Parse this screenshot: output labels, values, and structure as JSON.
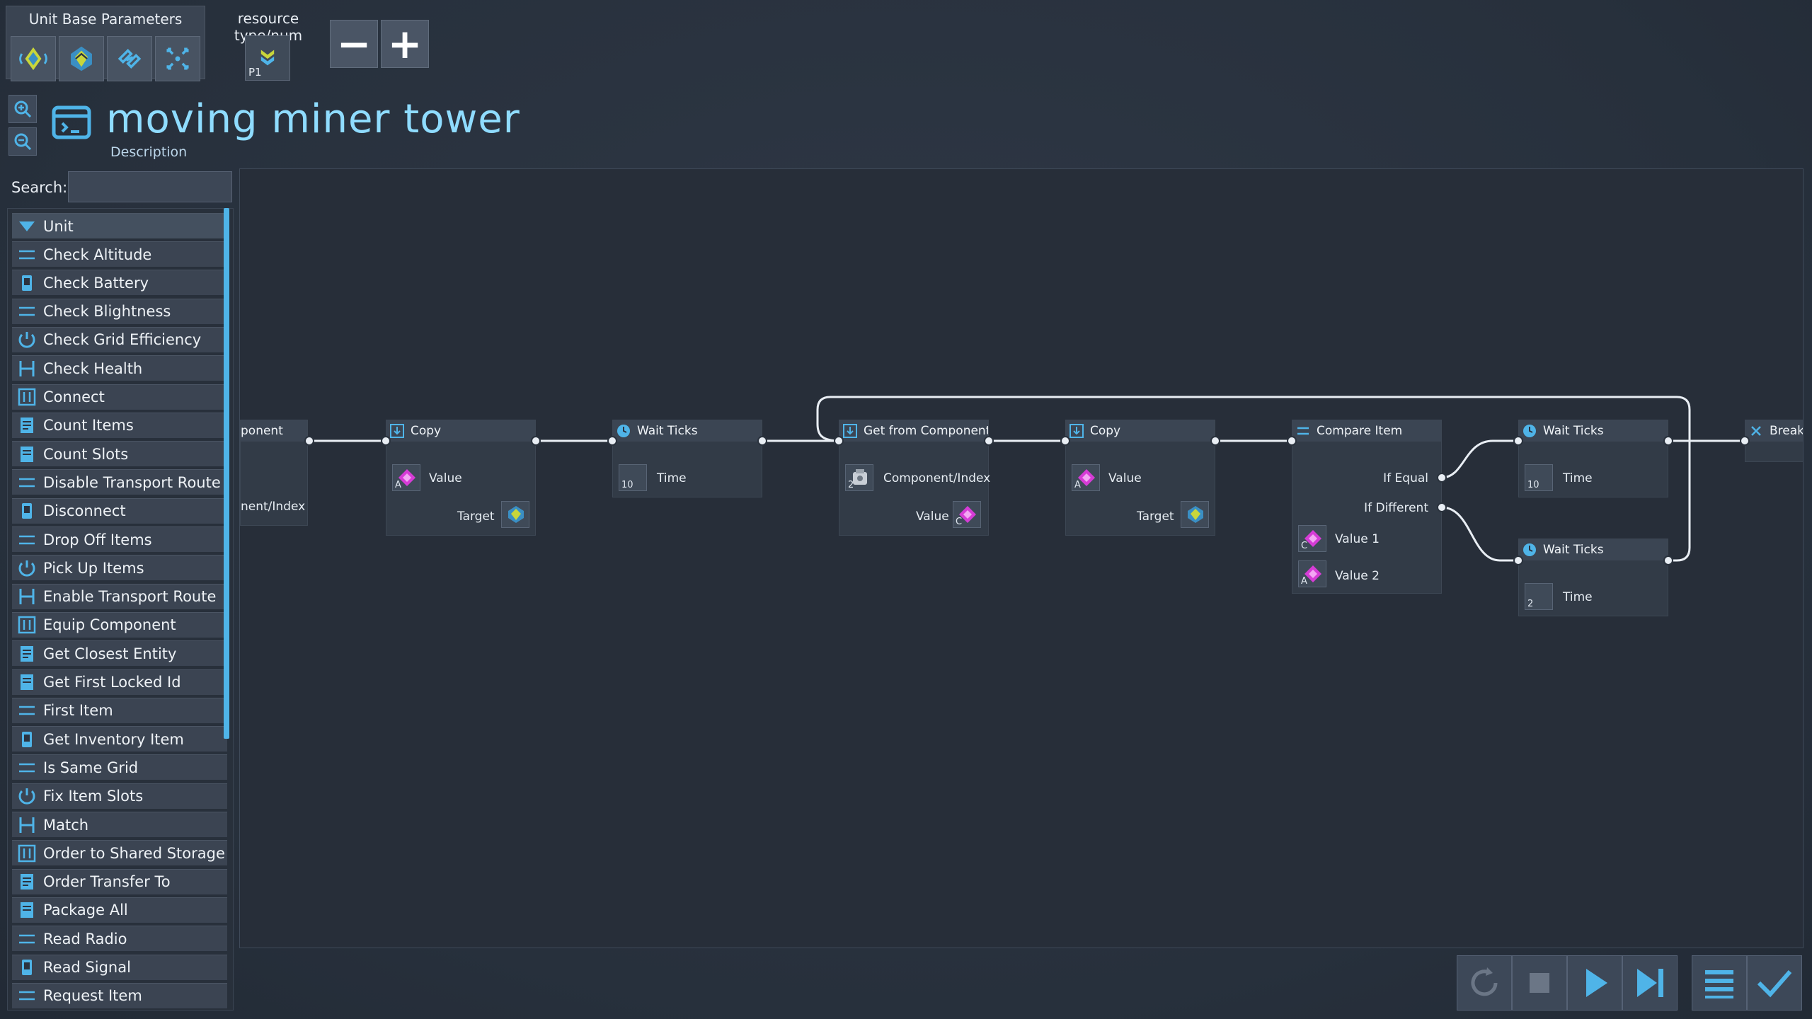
{
  "toolbar": {
    "unit_group_label": "Unit Base Parameters",
    "resource_group_label": "resource type/num",
    "unit_buttons": [
      {
        "icon": "signal-icon"
      },
      {
        "icon": "unit-emblem-icon"
      },
      {
        "icon": "link-icon"
      },
      {
        "icon": "scatter-icon"
      }
    ],
    "resource_button": {
      "icon": "resource-chevron-icon",
      "label": "P1"
    },
    "minus_label": "−",
    "plus_label": "+"
  },
  "header": {
    "title": "moving miner tower",
    "description_link": "Description"
  },
  "sidebar": {
    "search_label": "Search:",
    "search_value": "",
    "category": "Unit",
    "items": [
      "Check Altitude",
      "Check Battery",
      "Check Blightness",
      "Check Grid Efficiency",
      "Check Health",
      "Connect",
      "Count Items",
      "Count Slots",
      "Disable Transport Route",
      "Disconnect",
      "Drop Off Items",
      "Pick Up Items",
      "Enable Transport Route",
      "Equip Component",
      "Get Closest Entity",
      "Get First Locked Id",
      "First Item",
      "Get Inventory Item",
      "Is Same Grid",
      "Fix Item Slots",
      "Match",
      "Order to Shared Storage",
      "Order Transfer To",
      "Package All",
      "Read Radio",
      "Read Signal",
      "Request Item"
    ]
  },
  "nodes": {
    "partial": {
      "title": "ponent",
      "label": "nent/Index"
    },
    "copy1": {
      "title": "Copy",
      "value_label": "Value",
      "target_label": "Target",
      "value_slot": "A"
    },
    "wait1": {
      "title": "Wait Ticks",
      "time_label": "Time",
      "time_value": "10"
    },
    "get_component": {
      "title": "Get from Component",
      "component_label": "Component/Index",
      "value_label": "Value",
      "component_slot": "2",
      "value_slot": "C"
    },
    "copy2": {
      "title": "Copy",
      "value_label": "Value",
      "target_label": "Target",
      "value_slot": "A"
    },
    "compare": {
      "title": "Compare Item",
      "if_equal": "If Equal",
      "if_different": "If Different",
      "value1_label": "Value 1",
      "value2_label": "Value 2",
      "value1_slot": "C",
      "value2_slot": "A"
    },
    "wait2": {
      "title": "Wait Ticks",
      "time_label": "Time",
      "time_value": "10"
    },
    "wait3": {
      "title": "Wait Ticks",
      "time_label": "Time",
      "time_value": "2"
    },
    "break": {
      "title": "Break"
    }
  },
  "controls": {
    "buttons": [
      "refresh-icon",
      "stop-icon",
      "play-icon",
      "step-icon",
      "list-icon",
      "confirm-icon"
    ]
  },
  "colors": {
    "accent": "#4fb4e8",
    "title": "#8fdcff",
    "register_magenta": "#d63cd6",
    "unit_yellow": "#c9d63a"
  }
}
